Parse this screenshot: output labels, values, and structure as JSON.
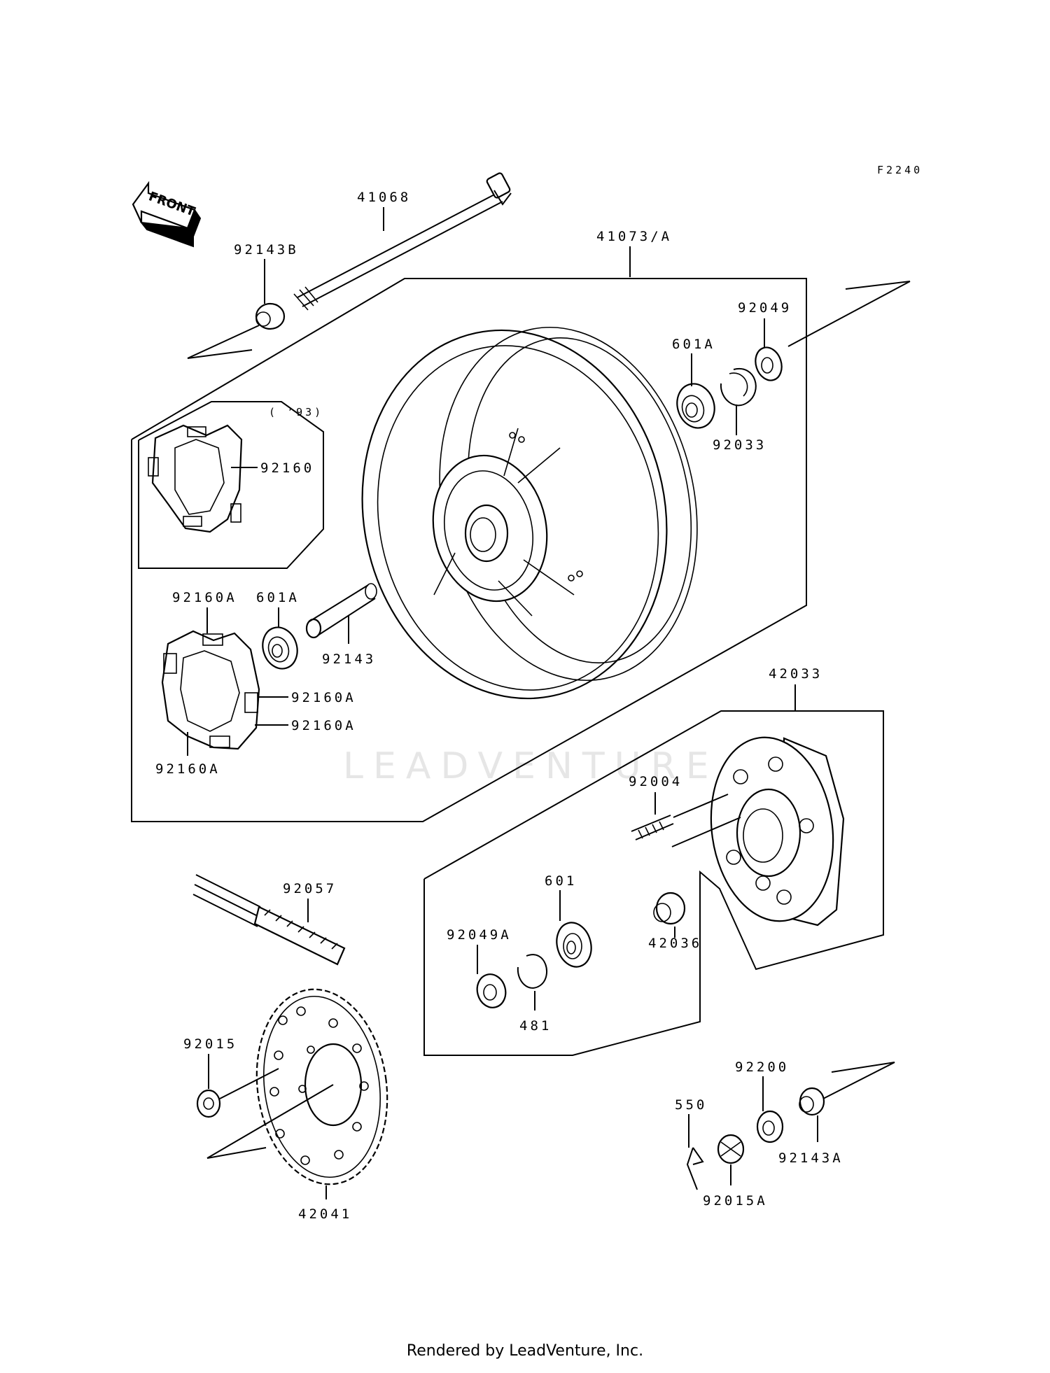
{
  "figure_ref": "F2240",
  "front_label": "FRONT",
  "variant_note": "( ’93)",
  "watermark": "LEADVENTURE",
  "footer": "Rendered by LeadVenture, Inc.",
  "callouts": {
    "c41068": "41068",
    "c92143B": "92143B",
    "c41073A": "41073/A",
    "c92049": "92049",
    "c601A_top": "601A",
    "c92033": "92033",
    "c92160": "92160",
    "c92160A_top": "92160A",
    "c601A_mid": "601A",
    "c92143": "92143",
    "c92160A_r1": "92160A",
    "c92160A_r2": "92160A",
    "c92160A_bot": "92160A",
    "c42033": "42033",
    "c92004": "92004",
    "c92057": "92057",
    "c601": "601",
    "c92049A": "92049A",
    "c42036": "42036",
    "c481": "481",
    "c92015": "92015",
    "c92200": "92200",
    "c550": "550",
    "c92143A": "92143A",
    "c92015A": "92015A",
    "c42041": "42041"
  }
}
